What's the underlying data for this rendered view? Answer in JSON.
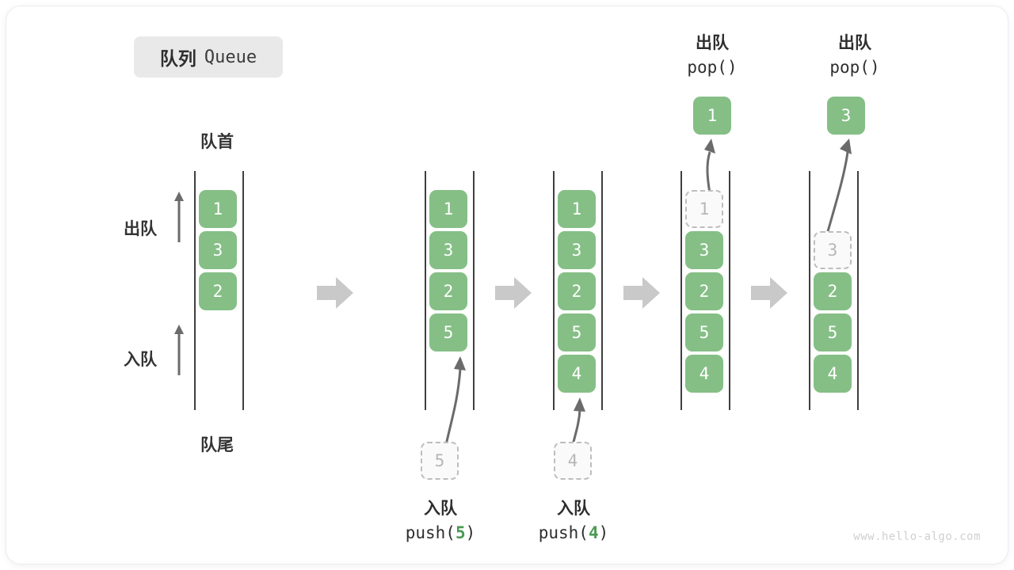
{
  "title": {
    "cn": "队列",
    "en": "Queue"
  },
  "labels": {
    "head": "队首",
    "tail": "队尾",
    "dequeue": "出队",
    "enqueue": "入队"
  },
  "colors": {
    "cell": "#85bf86",
    "ghost_text": "#b7b7b7",
    "arrow": "#6b6b6b",
    "step_arrow": "#c9c9c9",
    "accent_num": "#4a9a54",
    "badge_bg": "#e9e9e9"
  },
  "steps": [
    {
      "id": "initial",
      "cells": [
        "1",
        "3",
        "2"
      ],
      "ghost": null,
      "op": null
    },
    {
      "id": "push-5",
      "cells": [
        "1",
        "3",
        "2",
        "5"
      ],
      "ghost": {
        "value": "5",
        "position": "bottom"
      },
      "op": {
        "cn": "入队",
        "code_prefix": "push(",
        "code_num": "5",
        "code_suffix": ")"
      }
    },
    {
      "id": "push-4",
      "cells": [
        "1",
        "3",
        "2",
        "5",
        "4"
      ],
      "ghost": {
        "value": "4",
        "position": "bottom"
      },
      "op": {
        "cn": "入队",
        "code_prefix": "push(",
        "code_num": "4",
        "code_suffix": ")"
      }
    },
    {
      "id": "pop-1",
      "cells": [
        "3",
        "2",
        "5",
        "4"
      ],
      "ghost": {
        "value": "1",
        "position": "top"
      },
      "popped": "1",
      "op": {
        "cn": "出队",
        "code_prefix": "pop(",
        "code_num": "",
        "code_suffix": ")"
      }
    },
    {
      "id": "pop-3",
      "cells": [
        "2",
        "5",
        "4"
      ],
      "ghost": {
        "value": "3",
        "position": "top"
      },
      "popped": "3",
      "op": {
        "cn": "出队",
        "code_prefix": "pop(",
        "code_num": "",
        "code_suffix": ")"
      }
    }
  ],
  "watermark": "www.hello-algo.com"
}
